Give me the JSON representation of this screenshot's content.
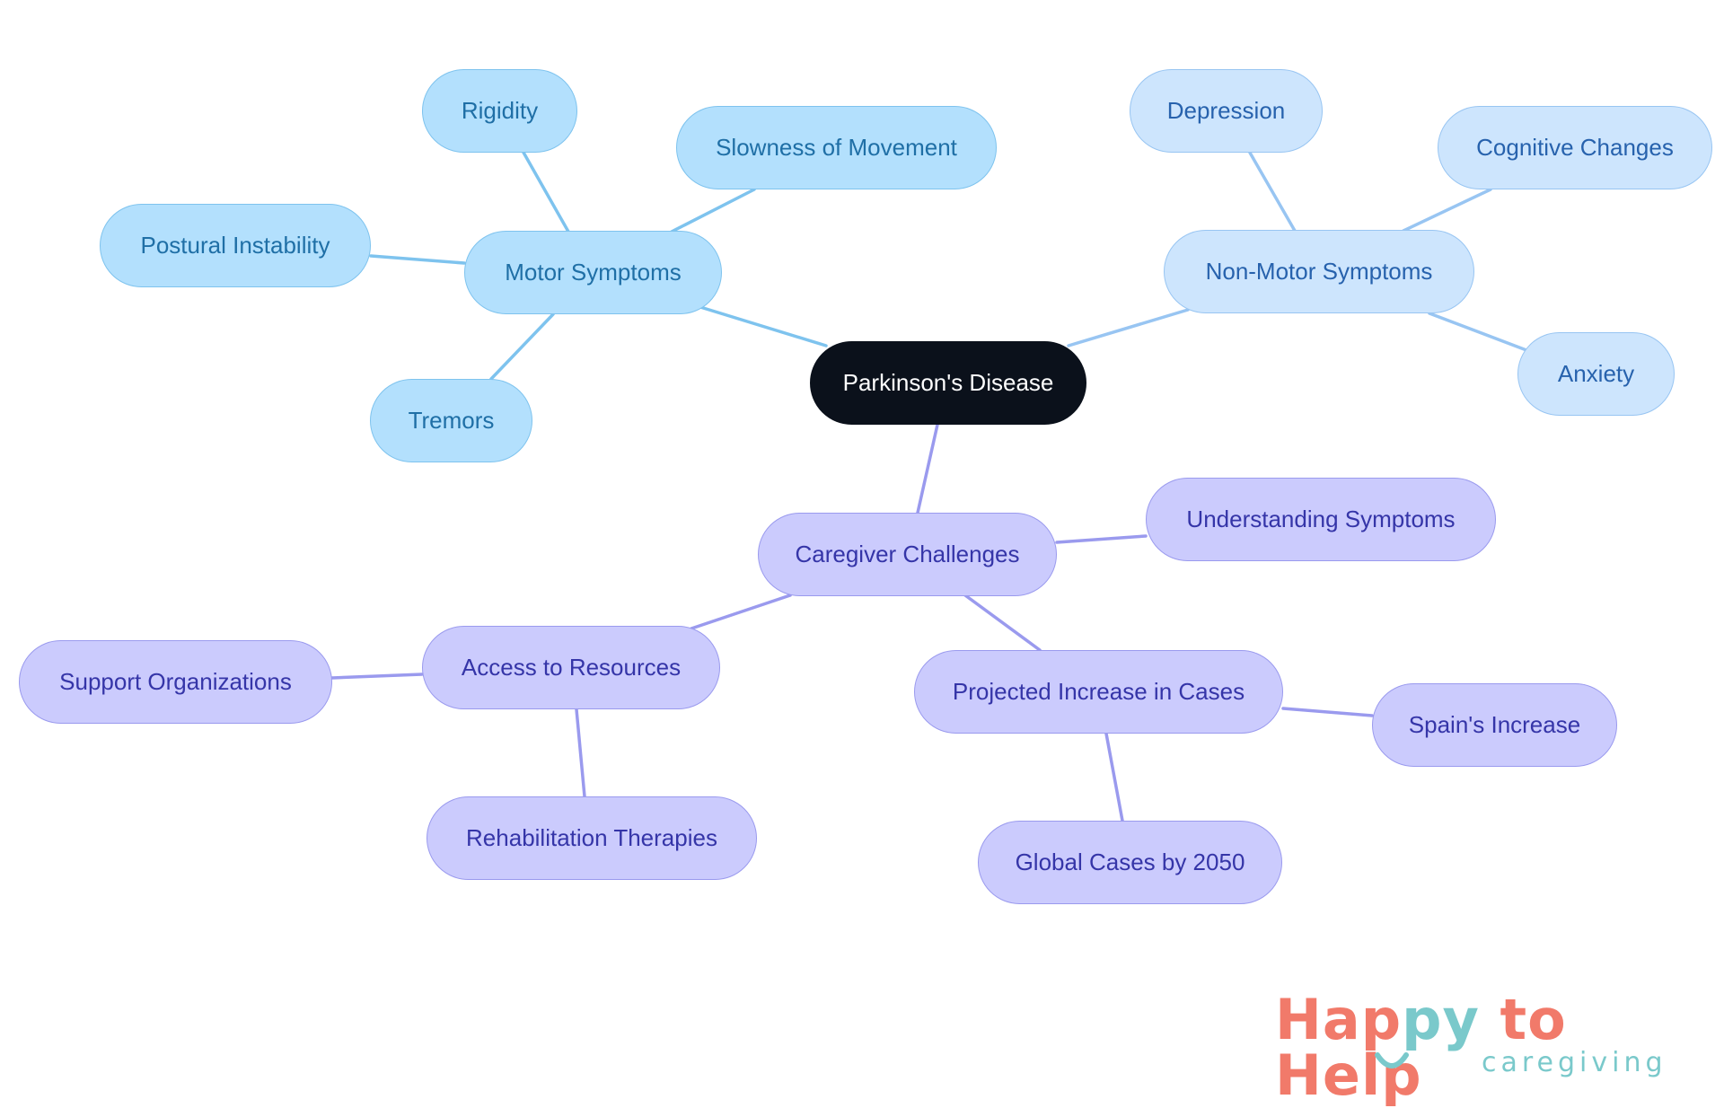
{
  "root": {
    "label": "Parkinson's Disease"
  },
  "branches": {
    "motor": {
      "label": "Motor Symptoms",
      "children": [
        "Rigidity",
        "Slowness of Movement",
        "Postural Instability",
        "Tremors"
      ]
    },
    "nonmotor": {
      "label": "Non-Motor Symptoms",
      "children": [
        "Depression",
        "Cognitive Changes",
        "Anxiety"
      ]
    },
    "caregiver": {
      "label": "Caregiver Challenges",
      "children": [
        "Understanding Symptoms"
      ],
      "access": {
        "label": "Access to Resources",
        "children": [
          "Support Organizations",
          "Rehabilitation Therapies"
        ]
      },
      "projected": {
        "label": "Projected Increase in Cases",
        "children": [
          "Spain's Increase",
          "Global Cases by 2050"
        ]
      }
    }
  },
  "logo": {
    "title_part1": "Hap",
    "title_accent": "py",
    "title_part2": " to Help",
    "subtitle": "caregiving"
  },
  "colors": {
    "root_bg": "#0b111b",
    "motor_bg": "#b3e0fd",
    "motor_edge": "#7ec3ee",
    "nonmotor_bg": "#cde5fd",
    "nonmotor_edge": "#98c5f2",
    "caregiver_bg": "#cbcbfd",
    "caregiver_edge": "#9a9aee",
    "logo_coral": "#f17a6a",
    "logo_teal": "#7ac9cb"
  }
}
